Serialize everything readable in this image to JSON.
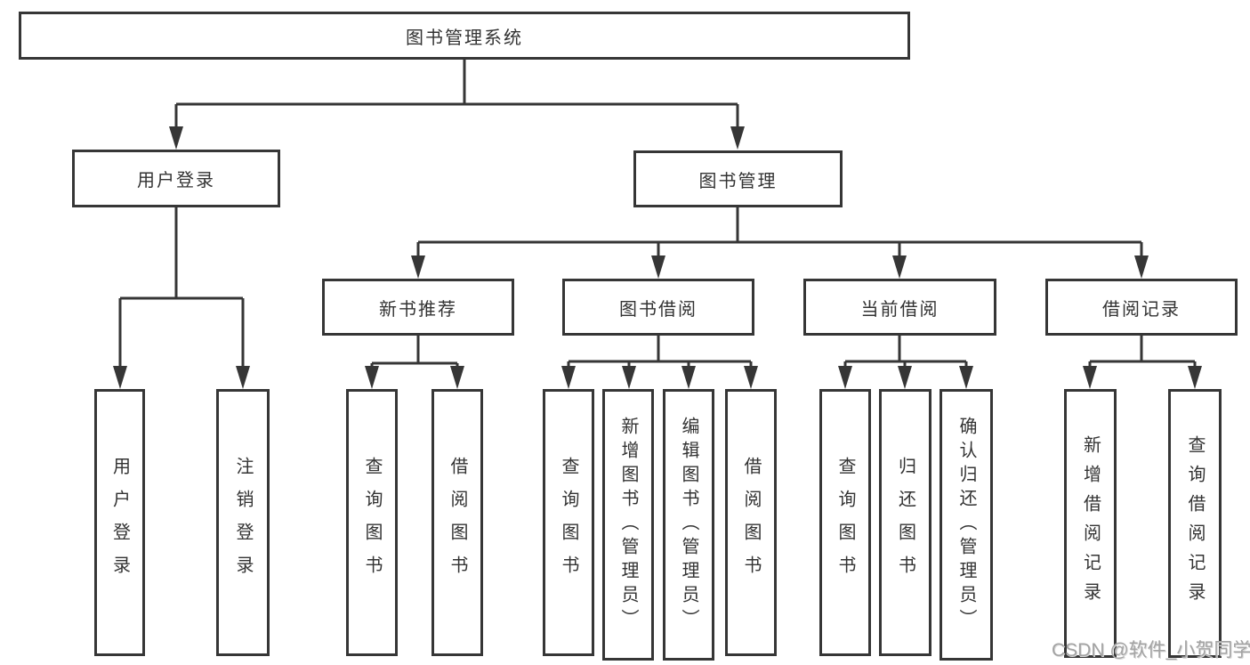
{
  "diagram": {
    "colors": {
      "line": "#363636",
      "box_border": "#363636",
      "box_fill": "#ffffff",
      "text": "#333333",
      "watermark": "#a3a3a3"
    },
    "watermark": "CSDN @软件_小贺同学",
    "tree": {
      "root": {
        "label": "图书管理系统",
        "children": [
          {
            "label": "用户登录",
            "children": [
              {
                "label": "用户登录"
              },
              {
                "label": "注销登录"
              }
            ]
          },
          {
            "label": "图书管理",
            "children": [
              {
                "label": "新书推荐",
                "children": [
                  {
                    "label": "查询图书"
                  },
                  {
                    "label": "借阅图书"
                  }
                ]
              },
              {
                "label": "图书借阅",
                "children": [
                  {
                    "label": "查询图书"
                  },
                  {
                    "label": "新增图书（管理员）"
                  },
                  {
                    "label": "编辑图书（管理员）"
                  },
                  {
                    "label": "借阅图书"
                  }
                ]
              },
              {
                "label": "当前借阅",
                "children": [
                  {
                    "label": "查询图书"
                  },
                  {
                    "label": "归还图书"
                  },
                  {
                    "label": "确认归还（管理员）"
                  }
                ]
              },
              {
                "label": "借阅记录",
                "children": [
                  {
                    "label": "新增借阅记录"
                  },
                  {
                    "label": "查询借阅记录"
                  }
                ]
              }
            ]
          }
        ]
      }
    }
  }
}
